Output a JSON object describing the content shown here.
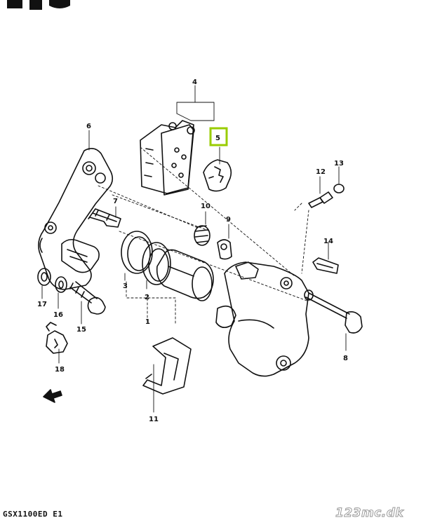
{
  "diagram": {
    "callouts": [
      {
        "id": "c1",
        "label": "1"
      },
      {
        "id": "c2",
        "label": "2"
      },
      {
        "id": "c3",
        "label": "3"
      },
      {
        "id": "c4",
        "label": "4"
      },
      {
        "id": "c5",
        "label": "5"
      },
      {
        "id": "c6",
        "label": "6"
      },
      {
        "id": "c7",
        "label": "7"
      },
      {
        "id": "c8",
        "label": "8"
      },
      {
        "id": "c9",
        "label": "9"
      },
      {
        "id": "c10",
        "label": "10"
      },
      {
        "id": "c11",
        "label": "11"
      },
      {
        "id": "c12",
        "label": "12"
      },
      {
        "id": "c13",
        "label": "13"
      },
      {
        "id": "c14",
        "label": "14"
      },
      {
        "id": "c15",
        "label": "15"
      },
      {
        "id": "c16",
        "label": "16"
      },
      {
        "id": "c17",
        "label": "17"
      },
      {
        "id": "c18",
        "label": "18"
      }
    ],
    "highlight_color": "#99cc00",
    "line_color": "#111111"
  },
  "footer": {
    "model_code": "GSX1100ED E1",
    "watermark": "123mc.dk"
  }
}
